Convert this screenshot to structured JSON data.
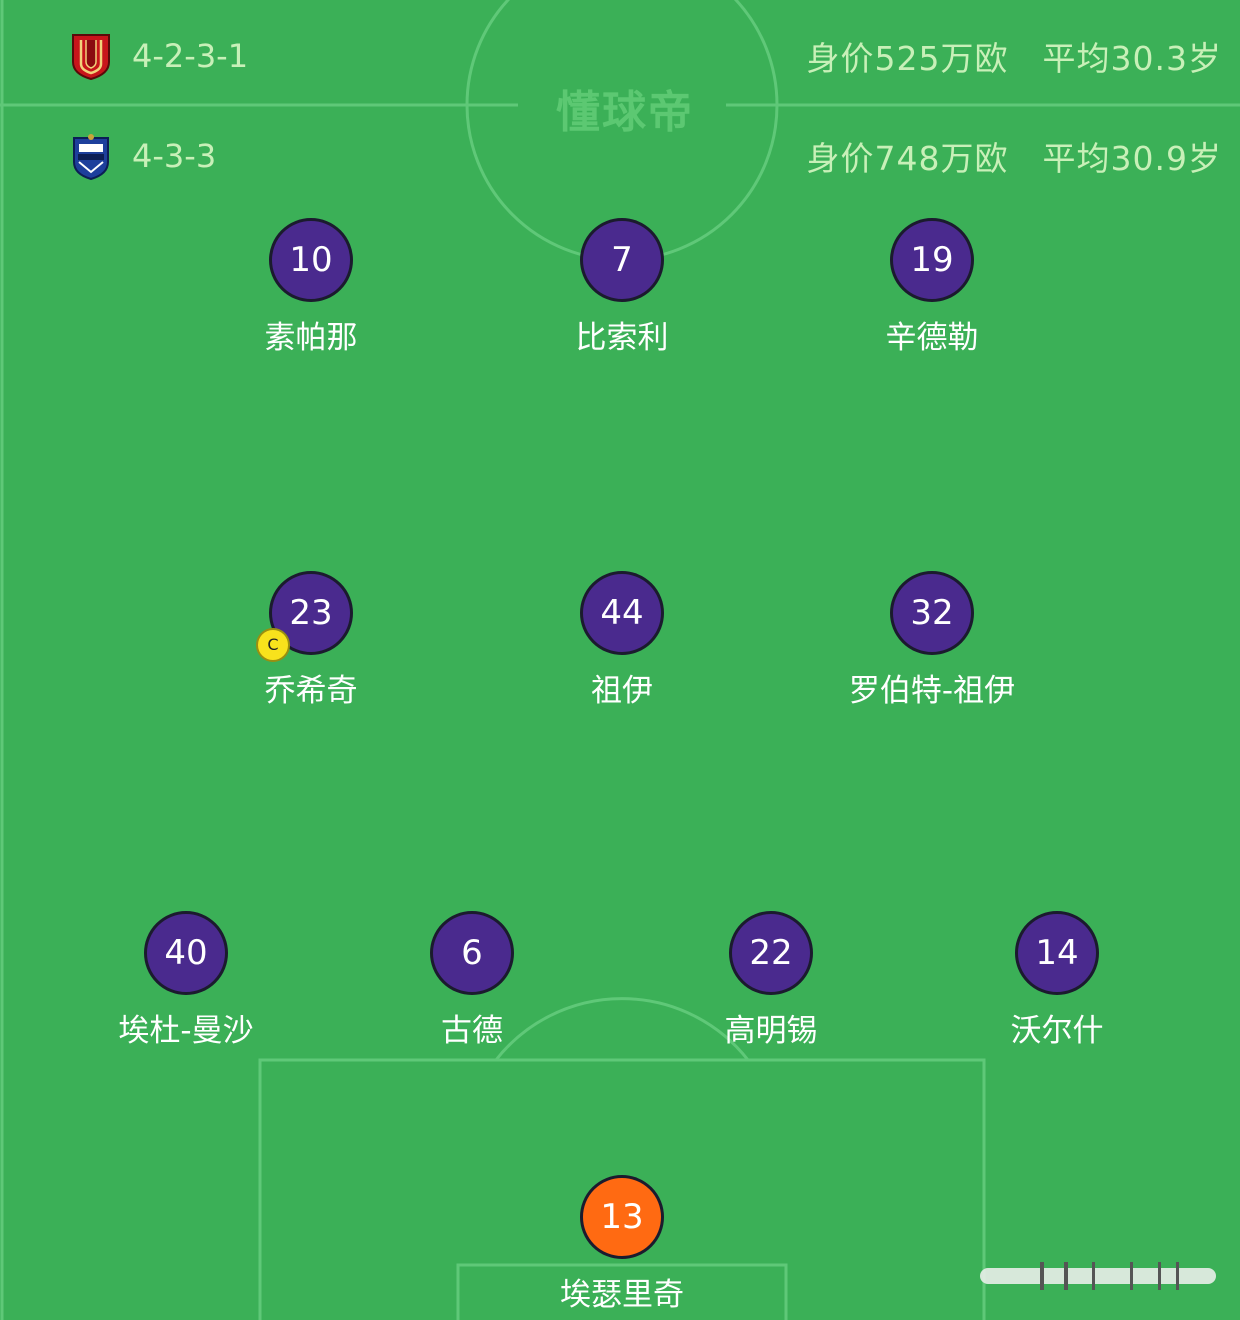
{
  "watermark": "懂球帝",
  "colors": {
    "pitch": "#3bb057",
    "pitch_lines": "#5fc878",
    "outfield_disc": "#4a2a8e",
    "keeper_disc": "#ff6a12",
    "captain_badge": "#f8e21c",
    "header_text": "#c8f0b8"
  },
  "teams": [
    {
      "logo_icon": "red-shield-crest-icon",
      "formation": "4-2-3-1",
      "value": "身价525万欧",
      "avg_age": "平均30.3岁"
    },
    {
      "logo_icon": "buriram-crest-icon",
      "formation": "4-3-3",
      "value": "身价748万欧",
      "avg_age": "平均30.9岁"
    }
  ],
  "lineup": {
    "forwards": [
      {
        "number": "10",
        "name": "素帕那"
      },
      {
        "number": "7",
        "name": "比索利"
      },
      {
        "number": "19",
        "name": "辛德勒"
      }
    ],
    "midfielders": [
      {
        "number": "23",
        "name": "乔希奇",
        "captain_badge": "C"
      },
      {
        "number": "44",
        "name": "祖伊"
      },
      {
        "number": "32",
        "name": "罗伯特-祖伊"
      }
    ],
    "defenders": [
      {
        "number": "40",
        "name": "埃杜-曼沙"
      },
      {
        "number": "6",
        "name": "古德"
      },
      {
        "number": "22",
        "name": "高明锡"
      },
      {
        "number": "14",
        "name": "沃尔什"
      }
    ],
    "goalkeeper": {
      "number": "13",
      "name": "埃瑟里奇"
    }
  }
}
